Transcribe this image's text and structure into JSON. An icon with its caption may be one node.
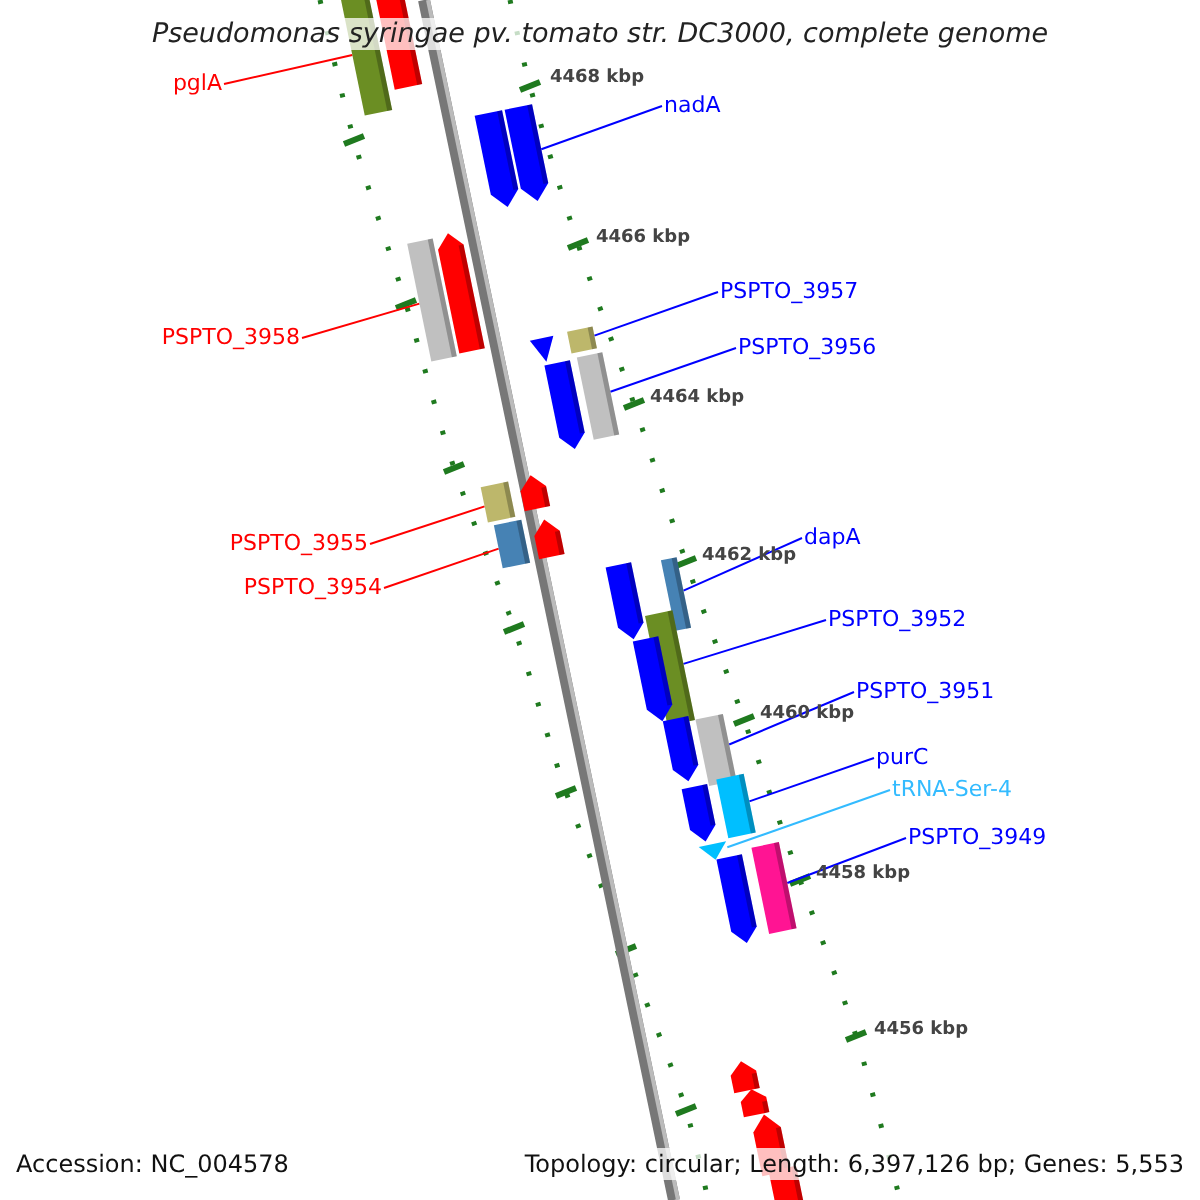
{
  "diagram": {
    "title": "Pseudomonas syringae pv. tomato str. DC3000, complete genome",
    "nodes": [
      {
        "text": [
          "pglA"
        ]
      },
      {
        "text": [],
        "shape": "bar"
      },
      {
        "text": [
          "nadA"
        ]
      },
      {
        "text": [],
        "shape": "bar"
      },
      {
        "text": [
          "PSPTO_3958"
        ]
      },
      {
        "text": [],
        "shape": "bar"
      },
      {
        "text": [
          "PSPTO_3957"
        ]
      },
      {
        "text": [],
        "shape": "bar"
      },
      {
        "text": [
          "PSPTO_3956"
        ]
      },
      {
        "text": [],
        "shape": "bar"
      },
      {
        "text": [
          "PSPTO_3955"
        ]
      },
      {
        "text": [],
        "shape": "bar"
      },
      {
        "text": [
          "PSPTO_3954"
        ]
      },
      {
        "text": [],
        "shape": "bar"
      },
      {
        "text": [
          "dapA"
        ]
      },
      {
        "text": [],
        "shape": "bar"
      },
      {
        "text": [
          "PSPTO_3952"
        ]
      },
      {
        "text": [],
        "shape": "bar"
      },
      {
        "text": [
          "PSPTO_3951"
        ]
      },
      {
        "text": [],
        "shape": "bar"
      },
      {
        "text": [
          "purC"
        ]
      },
      {
        "text": [],
        "shape": "bar"
      },
      {
        "text": [
          "tRNA-Ser-4"
        ]
      },
      {
        "text": [],
        "shape": "bar"
      },
      {
        "text": [
          "PSPTO_3949"
        ]
      },
      {
        "text": [],
        "shape": "bar"
      },
      {
        "text": [],
        "shape": "bar"
      },
      {
        "text": [],
        "shape": "bar"
      },
      {
        "text": [],
        "shape": "bar"
      },
      {
        "text": [],
        "shape": "bar"
      },
      {
        "text": [],
        "shape": "bar"
      },
      {
        "text": [],
        "shape": "bar"
      },
      {
        "text": [],
        "shape": "bar"
      },
      {
        "text": [],
        "shape": "bar"
      },
      {
        "text": [],
        "shape": "bar"
      },
      {
        "text": [],
        "shape": "bar"
      },
      {
        "text": [],
        "shape": "bar"
      },
      {
        "text": [],
        "shape": "bar"
      },
      {
        "text": [],
        "shape": "bar"
      },
      {
        "text": [],
        "shape": "bar"
      },
      {
        "text": [],
        "shape": "bar"
      },
      {
        "text": [],
        "shape": "bar"
      }
    ],
    "edges": [
      {
        "from": 0,
        "to": 1,
        "arrow": "none",
        "color": "#ff0000"
      },
      {
        "from": 2,
        "to": 3,
        "arrow": "none"
      },
      {
        "from": 4,
        "to": 5,
        "arrow": "none",
        "color": "#ff0000"
      },
      {
        "from": 6,
        "to": 7,
        "arrow": "none"
      },
      {
        "from": 8,
        "to": 9,
        "arrow": "none"
      },
      {
        "from": 10,
        "to": 11,
        "arrow": "none",
        "color": "#ff0000"
      },
      {
        "from": 12,
        "to": 13,
        "arrow": "none",
        "color": "#ff0000"
      },
      {
        "from": 14,
        "to": 15,
        "arrow": "none"
      },
      {
        "from": 16,
        "to": 17,
        "arrow": "none"
      },
      {
        "from": 18,
        "to": 19,
        "arrow": "none"
      },
      {
        "from": 20,
        "to": 21,
        "arrow": "none"
      },
      {
        "from": 22,
        "to": 23,
        "arrow": "none",
        "color": "#33bbff"
      },
      {
        "from": 24,
        "to": 25,
        "arrow": "none"
      }
    ],
    "labels": [
      "4468 kbp",
      "4466 kbp",
      "4464 kbp",
      "4462 kbp",
      "4460 kbp",
      "4458 kbp",
      "4456 kbp",
      "Accession: NC_004578",
      "Topology: circular; Length: 6,397,126 bp; Genes: 5,553"
    ]
  }
}
